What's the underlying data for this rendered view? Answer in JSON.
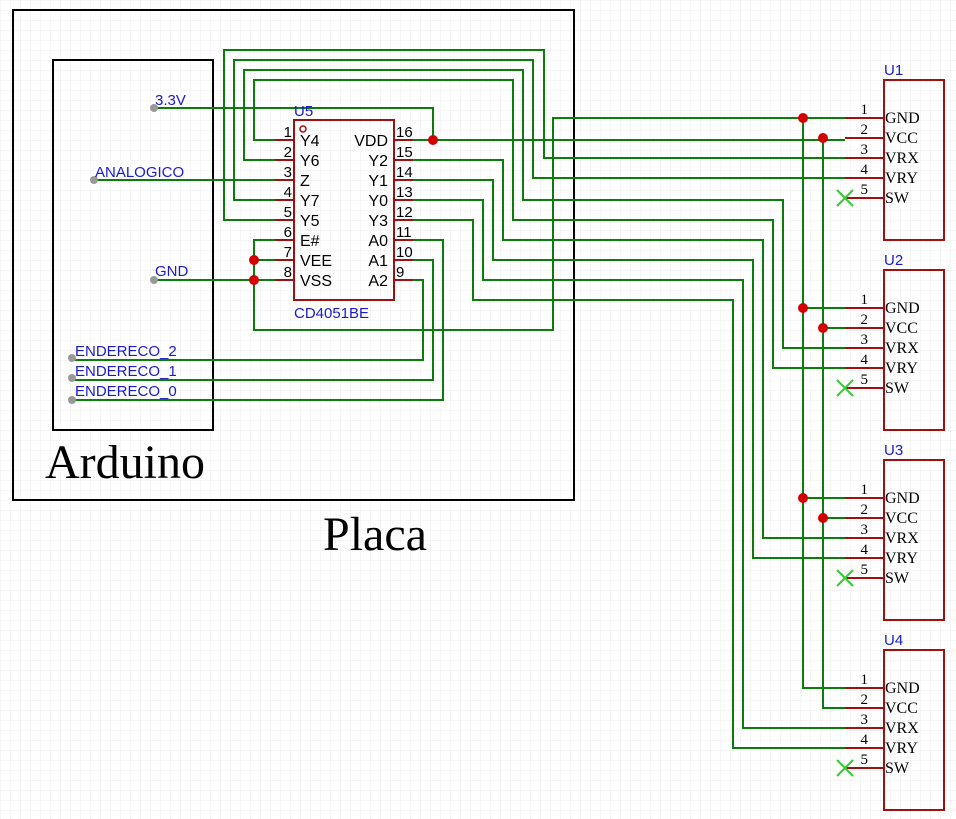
{
  "board": {
    "title": "Placa"
  },
  "arduino": {
    "title": "Arduino",
    "nets": [
      "3.3V",
      "ANALOGICO",
      "GND",
      "ENDERECO_2",
      "ENDERECO_1",
      "ENDERECO_0"
    ]
  },
  "mux": {
    "designator": "U5",
    "part": "CD4051BE",
    "left_pins": [
      {
        "num": "1",
        "name": "Y4"
      },
      {
        "num": "2",
        "name": "Y6"
      },
      {
        "num": "3",
        "name": "Z"
      },
      {
        "num": "4",
        "name": "Y7"
      },
      {
        "num": "5",
        "name": "Y5"
      },
      {
        "num": "6",
        "name": "E#"
      },
      {
        "num": "7",
        "name": "VEE"
      },
      {
        "num": "8",
        "name": "VSS"
      }
    ],
    "right_pins": [
      {
        "num": "16",
        "name": "VDD"
      },
      {
        "num": "15",
        "name": "Y2"
      },
      {
        "num": "14",
        "name": "Y1"
      },
      {
        "num": "13",
        "name": "Y0"
      },
      {
        "num": "12",
        "name": "Y3"
      },
      {
        "num": "11",
        "name": "A0"
      },
      {
        "num": "10",
        "name": "A1"
      },
      {
        "num": "9",
        "name": "A2"
      }
    ]
  },
  "joysticks": [
    {
      "designator": "U1"
    },
    {
      "designator": "U2"
    },
    {
      "designator": "U3"
    },
    {
      "designator": "U4"
    }
  ],
  "joystick_pins": [
    {
      "num": "1",
      "name": "GND"
    },
    {
      "num": "2",
      "name": "VCC"
    },
    {
      "num": "3",
      "name": "VRX"
    },
    {
      "num": "4",
      "name": "VRY"
    },
    {
      "num": "5",
      "name": "SW"
    }
  ],
  "colors": {
    "wire": "#0a7d0a",
    "pin": "#a01010",
    "junction": "#d40000",
    "net_label": "#1a1ad0",
    "no_connect": "#33cc33"
  }
}
